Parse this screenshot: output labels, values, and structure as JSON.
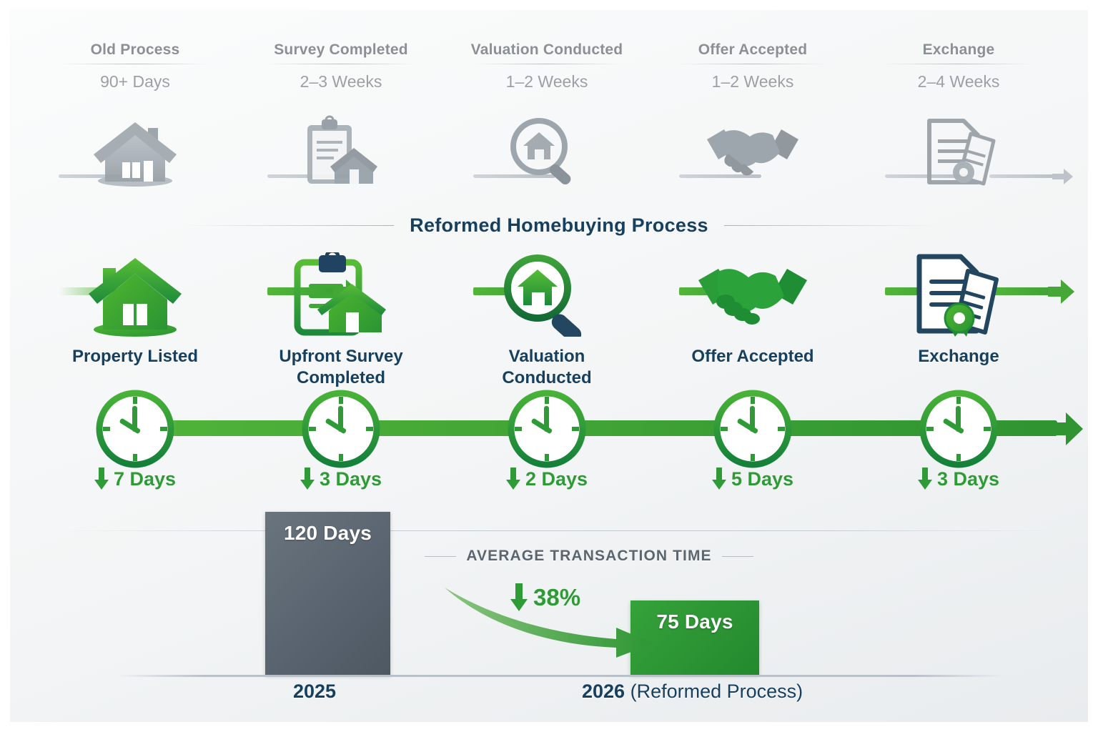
{
  "old_process": {
    "stages": [
      {
        "title": "Old Process",
        "duration": "90+ Days",
        "icon": "house-icon"
      },
      {
        "title": "Survey Completed",
        "duration": "2–3 Weeks",
        "icon": "clipboard-survey-icon"
      },
      {
        "title": "Valuation Conducted",
        "duration": "1–2 Weeks",
        "icon": "magnifier-house-icon"
      },
      {
        "title": "Offer Accepted",
        "duration": "1–2 Weeks",
        "icon": "handshake-icon"
      },
      {
        "title": "Exchange",
        "duration": "2–4 Weeks",
        "icon": "documents-seal-icon"
      }
    ]
  },
  "section": {
    "title": "Reformed Homebuying Process"
  },
  "new_process": {
    "stages": [
      {
        "label": "Property Listed",
        "days": "7 Days",
        "days_number": "7",
        "days_unit": "Days",
        "icon": "house-icon",
        "clock": "clock-icon"
      },
      {
        "label": "Upfront Survey\nCompleted",
        "line1": "Upfront Survey",
        "line2": "Completed",
        "days": "3 Days",
        "days_number": "3",
        "days_unit": "Days",
        "icon": "clipboard-survey-icon",
        "clock": "clock-icon"
      },
      {
        "label": "Valuation\nConducted",
        "line1": "Valuation",
        "line2": "Conducted",
        "days": "2 Days",
        "days_number": "2",
        "days_unit": "Days",
        "icon": "magnifier-house-icon",
        "clock": "clock-icon"
      },
      {
        "label": "Offer Accepted",
        "line1": "Offer Accepted",
        "line2": "",
        "days": "5 Days",
        "days_number": "5",
        "days_unit": "Days",
        "icon": "handshake-icon",
        "clock": "clock-icon"
      },
      {
        "label": "Exchange",
        "line1": "Exchange",
        "line2": "",
        "days": "3 Days",
        "days_number": "3",
        "days_unit": "Days",
        "icon": "documents-seal-icon",
        "clock": "clock-icon"
      }
    ]
  },
  "chart_data": {
    "type": "bar",
    "title": "AVERAGE TRANSACTION TIME",
    "categories": [
      "2025",
      "2026 (Reformed Process)"
    ],
    "values": [
      120,
      75
    ],
    "value_labels": [
      "120 Days",
      "75 Days"
    ],
    "value_numbers": [
      "120",
      "75"
    ],
    "value_unit": "Days",
    "xlabel": "",
    "ylabel": "Days",
    "ylim": [
      0,
      130
    ],
    "reduction_label": "38%",
    "reduction_arrow": "down-arrow-icon",
    "grid": false,
    "legend": "none",
    "series_colors": [
      "#59646f",
      "#2b9333"
    ]
  },
  "chart_axis": {
    "left_label": "2025",
    "right_label_bold": "2026",
    "right_label_rest": " (Reformed Process)"
  },
  "colors": {
    "green": "#2e9b36",
    "green_light": "#53b63a",
    "navy": "#17405f",
    "grey": "#8a9096",
    "bar_grey": "#59646f"
  }
}
